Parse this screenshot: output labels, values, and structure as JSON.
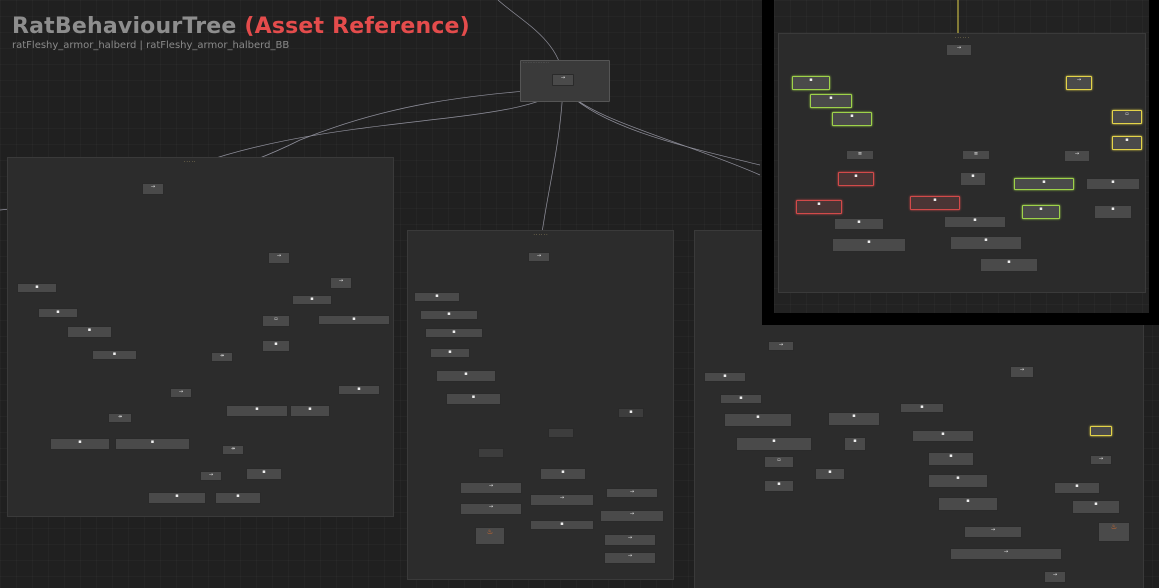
{
  "header": {
    "tree_name": "RatBehaviourTree",
    "asset_reference": "(Asset Reference)",
    "subtitle": "ratFleshy_armor_halberd | ratFleshy_armor_halberd_BB"
  },
  "colors": {
    "background": "#202020",
    "group_bg": "#2c2c2c",
    "node_bg": "#4a4a4a",
    "wire": "#b9b9c9",
    "highlight_wire_green": "#9ed24a",
    "highlight_wire_yellow": "#e3d34a",
    "asset_reference_red": "#e44c4c",
    "group_title": "#d6c27c",
    "inset_frame": "#000000"
  },
  "icons": {
    "sequence": "sequence-arrow-icon",
    "selector": "selector-icon",
    "task": "task-icon",
    "flame": "flame-icon"
  }
}
